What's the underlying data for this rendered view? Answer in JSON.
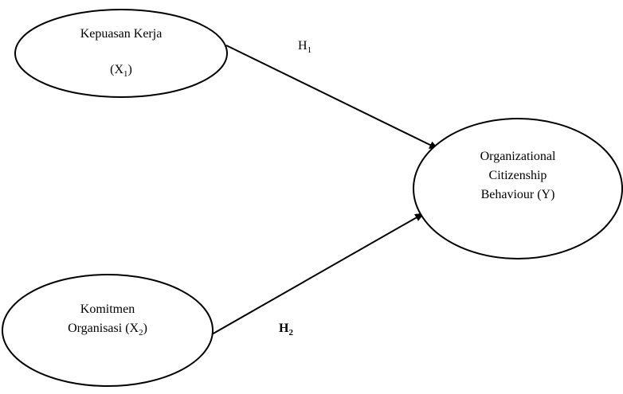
{
  "diagram": {
    "nodes": {
      "x1": {
        "line1": "Kepuasan Kerja",
        "line2_prefix": "(X",
        "line2_sub": "1",
        "line2_suffix": ")"
      },
      "x2": {
        "line1": "Komitmen",
        "line2_prefix": "Organisasi (X",
        "line2_sub": "2",
        "line2_suffix": ")"
      },
      "y": {
        "line1": "Organizational",
        "line2": "Citizenship",
        "line3": "Behaviour (Y)"
      }
    },
    "hypotheses": {
      "h1": {
        "letter": "H",
        "sub": "1"
      },
      "h2": {
        "letter": "H",
        "sub": "2"
      }
    },
    "colors": {
      "stroke": "#000000",
      "background": "#ffffff"
    }
  }
}
